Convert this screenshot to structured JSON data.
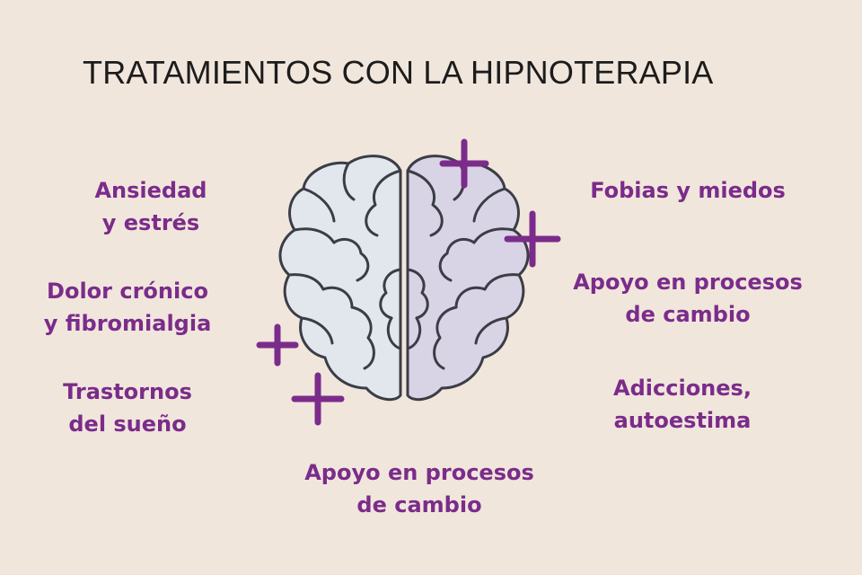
{
  "title": "TRATAMIENTOS CON LA HIPNOTERAPIA",
  "left_items": [
    {
      "lines": [
        "Ansiedad",
        "y estrés"
      ]
    },
    {
      "lines": [
        "Dolor crónico",
        "y fibromialgia"
      ]
    },
    {
      "lines": [
        "Trastornos",
        "del sueño"
      ]
    }
  ],
  "right_items": [
    {
      "lines": [
        "Fobias y miedos"
      ]
    },
    {
      "lines": [
        "Apoyo en procesos",
        "de cambio"
      ]
    },
    {
      "lines": [
        "Adicciones,",
        "autoestima"
      ]
    }
  ],
  "bottom_item": {
    "lines": [
      "Apoyo en procesos",
      "de cambio"
    ]
  },
  "colors": {
    "background": "#f1e6dc",
    "label": "#7b2c8a",
    "brain_left": "#e2e6ed",
    "brain_right": "#d9d3e6",
    "outline": "#3b3d46",
    "sparkle": "#7b2c8a"
  },
  "icons": {
    "brain": "brain-icon",
    "sparkle": "plus-sparkle-icon"
  }
}
